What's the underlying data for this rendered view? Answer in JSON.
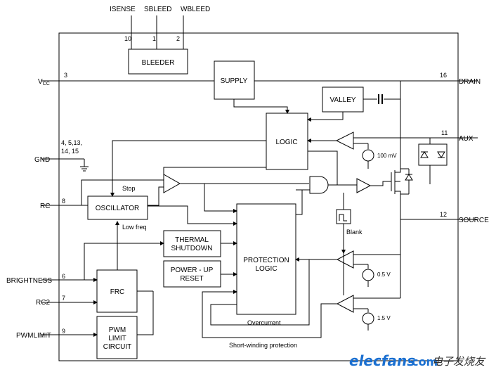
{
  "pins": {
    "isense": {
      "name": "ISENSE",
      "num": "10"
    },
    "sbleed": {
      "name": "SBLEED",
      "num": "1"
    },
    "wbleed": {
      "name": "WBLEED",
      "num": "2"
    },
    "vcc": {
      "name": "V",
      "sub": "CC",
      "num": "3"
    },
    "gnd": {
      "name": "GND",
      "num_line1": "4, 5,13,",
      "num_line2": "14, 15"
    },
    "rc": {
      "name": "RC",
      "num": "8"
    },
    "brightness": {
      "name": "BRIGHTNESS",
      "num": "6"
    },
    "rc2": {
      "name": "RC2",
      "num": "7"
    },
    "pwmlimit": {
      "name": "PWMLIMIT",
      "num": "9"
    },
    "drain": {
      "name": "DRAIN",
      "num": "16"
    },
    "aux": {
      "name": "AUX",
      "num": "11"
    },
    "source": {
      "name": "SOURCE",
      "num": "12"
    }
  },
  "blocks": {
    "bleeder": "BLEEDER",
    "supply": "SUPPLY",
    "valley": "VALLEY",
    "logic": "LOGIC",
    "oscillator": "OSCILLATOR",
    "thermal_l1": "THERMAL",
    "thermal_l2": "SHUTDOWN",
    "powerup_l1": "POWER - UP",
    "powerup_l2": "RESET",
    "protection_l1": "PROTECTION",
    "protection_l2": "LOGIC",
    "frc": "FRC",
    "pwm_l1": "PWM",
    "pwm_l2": "LIMIT",
    "pwm_l3": "CIRCUIT"
  },
  "labels": {
    "stop": "Stop",
    "low_freq": "Low freq",
    "blank": "Blank",
    "overcurrent": "Overcurrent",
    "short_winding": "Short-winding protection",
    "v100": "100 mV",
    "v05": "0.5 V",
    "v15": "1.5 V"
  },
  "watermark": {
    "site": "elecfans",
    "dotcom": "·com",
    "cn": "电子发烧友"
  }
}
